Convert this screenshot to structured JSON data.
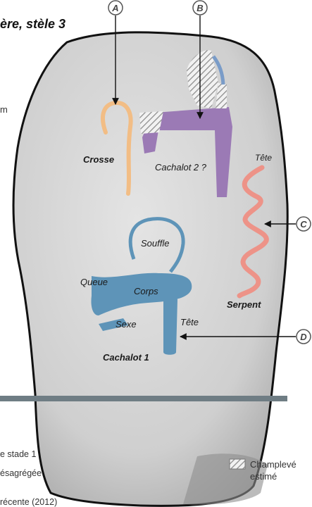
{
  "title": "ère, stèle 3",
  "left_margin_fragment": "m",
  "callouts": {
    "A": "A",
    "B": "B",
    "C": "C",
    "D": "D"
  },
  "labels": {
    "crosse": "Crosse",
    "cachalot2": "Cachalot 2 ?",
    "tete_serpent": "Tête",
    "serpent": "Serpent",
    "souffle": "Souffle",
    "queue": "Queue",
    "corps": "Corps",
    "sexe": "Sexe",
    "tete_cachalot": "Tête",
    "cachalot1": "Cachalot 1"
  },
  "legend": {
    "stade1": "e stade 1",
    "desagregee": "ésagrégée",
    "recente": "récente (2012)",
    "champleve_line1": "Champlevé",
    "champleve_line2": "estimé"
  },
  "colors": {
    "stone": "#d6d6d6",
    "crosse": "#f2bd85",
    "cachalot2": "#9b7ab5",
    "serpent": "#f08c80",
    "cachalot1": "#5e94b8",
    "hatch_blue": "#7a9cc8",
    "band": "#6f7d84"
  }
}
